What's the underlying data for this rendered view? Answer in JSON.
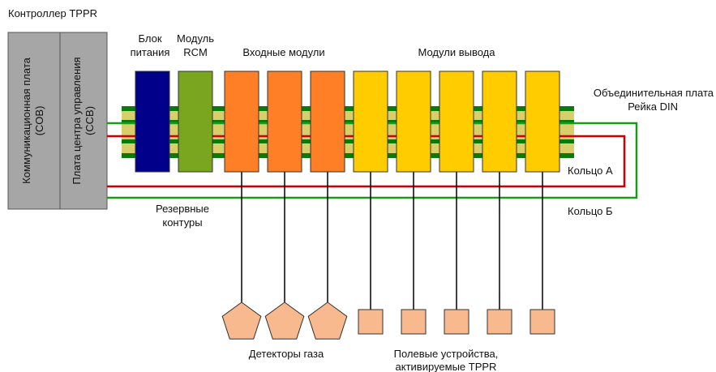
{
  "title": "Контроллер TPPR",
  "panels": {
    "cob": {
      "line1": "Коммуникационная плата",
      "line2": "(COB)"
    },
    "ccb": {
      "line1": "Плата центра управления",
      "line2": "(CCB)"
    }
  },
  "modules": {
    "power_supply": {
      "line1": "Блок",
      "line2": "питания",
      "color": "#00008b"
    },
    "rcm": {
      "line1": "Модуль",
      "line2": "RCM",
      "color": "#7aa61f"
    },
    "input_modules": {
      "label": "Входные модули",
      "count": 3,
      "color": "#ff7f27"
    },
    "output_modules": {
      "label": "Модули вывода",
      "count": 5,
      "color": "#ffcc00"
    }
  },
  "backplane": {
    "line1": "Объединительная плата",
    "line2": "Рейка DIN"
  },
  "rings": {
    "ring_a": {
      "label": "Кольцо А",
      "color": "#cc0000"
    },
    "ring_b": {
      "label": "Кольцо Б",
      "color": "#1a9a1a"
    }
  },
  "redundant_loops": {
    "line1": "Резервные",
    "line2": "контуры"
  },
  "gas_detectors": {
    "label": "Детекторы газа",
    "count": 3
  },
  "field_devices": {
    "line1": "Полевые устройства,",
    "line2": "активируемые TPPR",
    "count": 5
  },
  "colors": {
    "panel_fill": "#a6a6a6",
    "rail_dark": "#0a7a0a",
    "rail_light": "#d8cf6a",
    "device_fill": "#f8b98e"
  }
}
